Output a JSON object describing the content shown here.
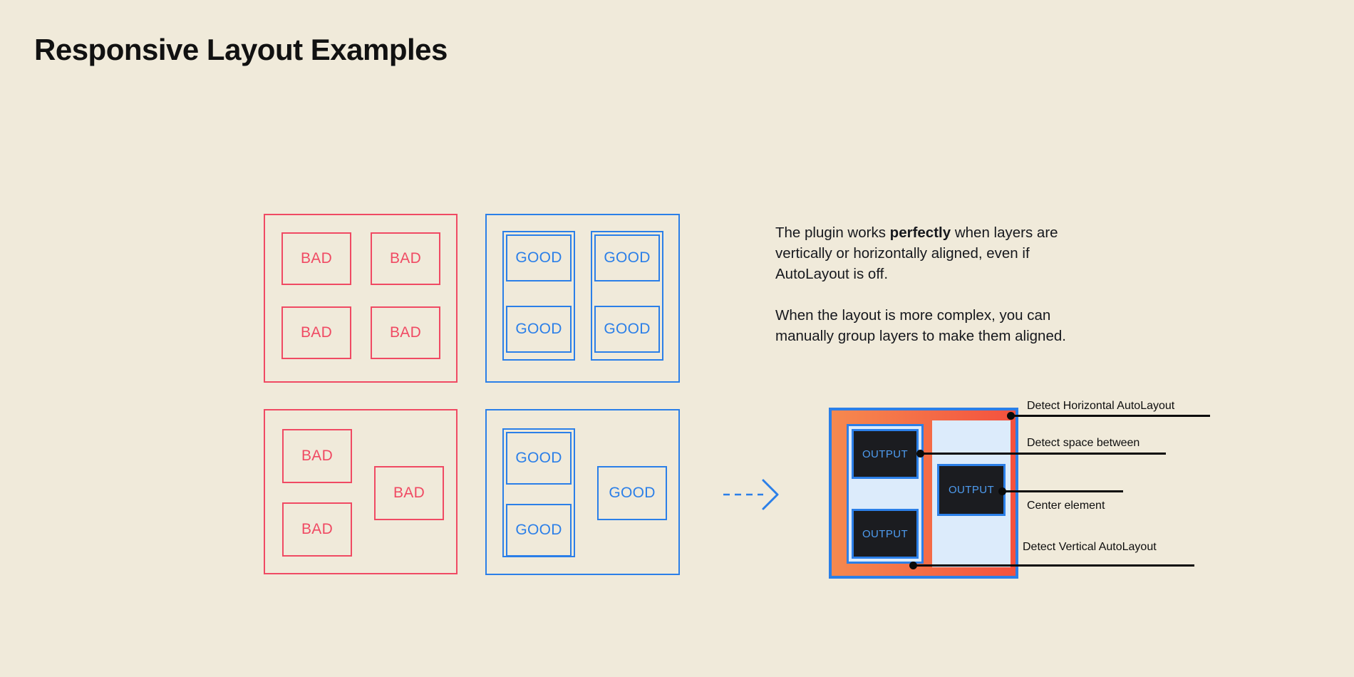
{
  "page": {
    "title": "Responsive Layout Examples",
    "background_color": "#F0EADA"
  },
  "colors": {
    "bad": "#F04A63",
    "good": "#2B7FE8",
    "mockup_gradient_start": "#F5894F",
    "mockup_gradient_end": "#F4513E",
    "mockup_panel": "#DCEBFB",
    "output_fill": "#1B1C20",
    "output_text": "#4E9CF0",
    "annotation": "#0A0A0A",
    "text": "#16181D"
  },
  "examples": {
    "top_bad": {
      "name": "grid-misaligned",
      "cells": [
        {
          "label": "BAD"
        },
        {
          "label": "BAD"
        },
        {
          "label": "BAD"
        },
        {
          "label": "BAD"
        }
      ]
    },
    "top_good": {
      "name": "grid-aligned",
      "cells": [
        {
          "label": "GOOD"
        },
        {
          "label": "GOOD"
        },
        {
          "label": "GOOD"
        },
        {
          "label": "GOOD"
        }
      ]
    },
    "bottom_bad": {
      "name": "complex-misaligned",
      "cells": [
        {
          "label": "BAD"
        },
        {
          "label": "BAD"
        },
        {
          "label": "BAD"
        }
      ]
    },
    "bottom_good": {
      "name": "complex-grouped",
      "cells": [
        {
          "label": "GOOD"
        },
        {
          "label": "GOOD"
        },
        {
          "label": "GOOD"
        }
      ]
    }
  },
  "copy": {
    "paragraph1_lead": "The plugin works ",
    "paragraph1_bold": "perfectly",
    "paragraph1_tail": " when layers are vertically or horizontally aligned, even if AutoLayout is off.",
    "paragraph2": "When the layout is more complex, you can manually group layers to make them aligned."
  },
  "arrow": {
    "icon_name": "dashed-right-arrow",
    "color": "#2B7FE8"
  },
  "mockup": {
    "outputs": [
      {
        "label": "OUTPUT"
      },
      {
        "label": "OUTPUT"
      },
      {
        "label": "OUTPUT"
      }
    ],
    "annotations": [
      {
        "label": "Detect Horizontal AutoLayout"
      },
      {
        "label": "Detect space between"
      },
      {
        "label": "Center element"
      },
      {
        "label": "Detect Vertical AutoLayout"
      }
    ]
  }
}
